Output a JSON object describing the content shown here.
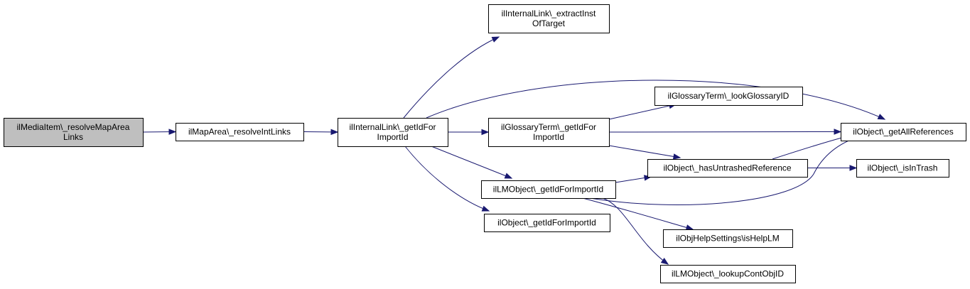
{
  "colors": {
    "edge": "#191970",
    "root_fill": "#bfbfbf",
    "node_fill": "#ffffff",
    "node_border": "#000000"
  },
  "nodes": {
    "resolveMapAreaLinks": {
      "lines": [
        "ilMediaItem\\_resolveMapArea",
        "Links"
      ]
    },
    "resolveIntLinks": {
      "lines": [
        "ilMapArea\\_resolveIntLinks"
      ]
    },
    "internalGetIdForImportId": {
      "lines": [
        "ilInternalLink\\_getIdFor",
        "ImportId"
      ]
    },
    "extractInstOfTarget": {
      "lines": [
        "ilInternalLink\\_extractInst",
        "OfTarget"
      ]
    },
    "glossaryLookGlossaryID": {
      "lines": [
        "ilGlossaryTerm\\_lookGlossaryID"
      ]
    },
    "glossaryGetIdForImportId": {
      "lines": [
        "ilGlossaryTerm\\_getIdFor",
        "ImportId"
      ]
    },
    "getAllReferences": {
      "lines": [
        "ilObject\\_getAllReferences"
      ]
    },
    "hasUntrashedReference": {
      "lines": [
        "ilObject\\_hasUntrashedReference"
      ]
    },
    "isInTrash": {
      "lines": [
        "ilObject\\_isInTrash"
      ]
    },
    "lmGetIdForImportId": {
      "lines": [
        "ilLMObject\\_getIdForImportId"
      ]
    },
    "objectGetIdForImportId": {
      "lines": [
        "ilObject\\_getIdForImportId"
      ]
    },
    "isHelpLM": {
      "lines": [
        "ilObjHelpSettings\\isHelpLM"
      ]
    },
    "lookupContObjID": {
      "lines": [
        "ilLMObject\\_lookupContObjID"
      ]
    }
  },
  "edges": [
    {
      "from": "resolveMapAreaLinks",
      "to": "resolveIntLinks"
    },
    {
      "from": "resolveIntLinks",
      "to": "internalGetIdForImportId"
    },
    {
      "from": "internalGetIdForImportId",
      "to": "extractInstOfTarget"
    },
    {
      "from": "internalGetIdForImportId",
      "to": "getAllReferences"
    },
    {
      "from": "internalGetIdForImportId",
      "to": "glossaryGetIdForImportId"
    },
    {
      "from": "internalGetIdForImportId",
      "to": "lmGetIdForImportId"
    },
    {
      "from": "internalGetIdForImportId",
      "to": "objectGetIdForImportId"
    },
    {
      "from": "glossaryGetIdForImportId",
      "to": "glossaryLookGlossaryID"
    },
    {
      "from": "glossaryGetIdForImportId",
      "to": "getAllReferences"
    },
    {
      "from": "glossaryGetIdForImportId",
      "to": "hasUntrashedReference"
    },
    {
      "from": "hasUntrashedReference",
      "to": "getAllReferences"
    },
    {
      "from": "hasUntrashedReference",
      "to": "isInTrash"
    },
    {
      "from": "lmGetIdForImportId",
      "to": "hasUntrashedReference"
    },
    {
      "from": "lmGetIdForImportId",
      "to": "getAllReferences"
    },
    {
      "from": "lmGetIdForImportId",
      "to": "isHelpLM"
    },
    {
      "from": "lmGetIdForImportId",
      "to": "lookupContObjID"
    }
  ]
}
